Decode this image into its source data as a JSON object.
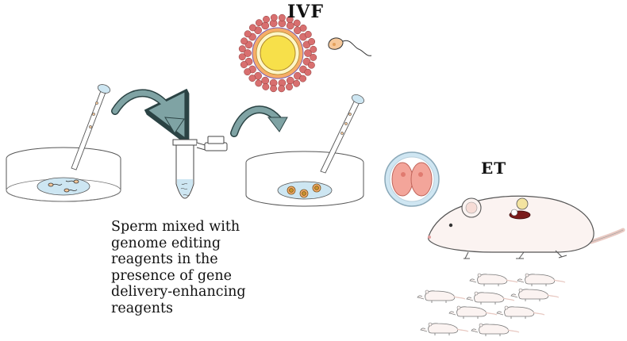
{
  "labels": {
    "ivf": "IVF",
    "et": "ET"
  },
  "description_lines": [
    "Sperm mixed with",
    "genome editing",
    "reagents in the",
    "presence of gene",
    "delivery-enhancing",
    "reagents"
  ],
  "colors": {
    "arrow_fill": "#7fa3a4",
    "arrow_stroke": "#2b4344",
    "egg_yellow": "#f7e04a",
    "egg_ring": "#f6ad68",
    "cumulus": "#d86f6f",
    "embryo_pink": "#f3a59a",
    "zona_blue": "#cfe6f2",
    "mouse_body": "#fbf3f1",
    "mouse_outline": "#555555",
    "mouse_tail": "#e8c9c2",
    "dish_liquid": "#cde6f2",
    "uterus_red": "#7a1a1a"
  },
  "icons": [
    "petri-dish-icon",
    "pipette-icon",
    "eppendorf-tube-icon",
    "oocyte-icon",
    "sperm-icon",
    "two-cell-embryo-icon",
    "mouse-icon",
    "curved-arrow-icon"
  ]
}
